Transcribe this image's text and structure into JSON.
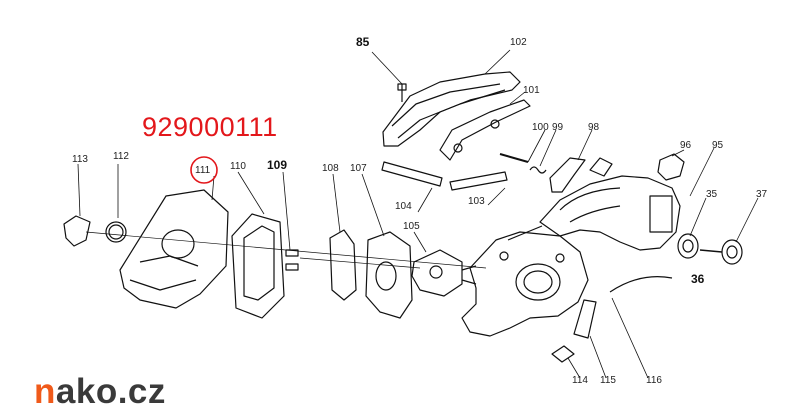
{
  "title_code": "929000111",
  "highlight_color": "#e3171b",
  "brand": {
    "first": "n",
    "rest": "ako.cz",
    "accent_color": "#f05a1a",
    "text_color": "#3a3a3a"
  },
  "labels": {
    "p85": "85",
    "p102": "102",
    "p101": "101",
    "p100": "100",
    "p99": "99",
    "p98": "98",
    "p96": "96",
    "p95": "95",
    "p35": "35",
    "p37": "37",
    "p36": "36",
    "p113": "113",
    "p112": "112",
    "p111": "111",
    "p110": "110",
    "p109": "109",
    "p108": "108",
    "p107": "107",
    "p105": "105",
    "p104": "104",
    "p103": "103",
    "p114": "114",
    "p115": "115",
    "p116": "116"
  }
}
